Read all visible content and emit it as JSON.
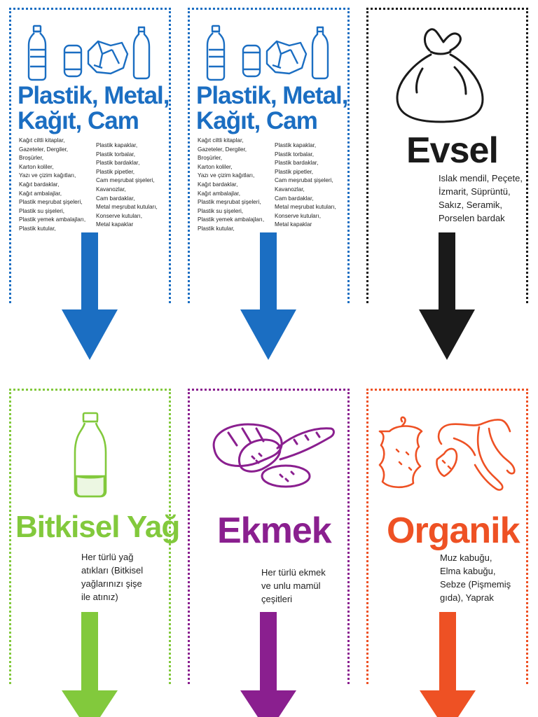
{
  "colors": {
    "recycle_blue": "#1b6ec2",
    "general_black": "#1a1a1a",
    "oil_green": "#82c93c",
    "bread_purple": "#8a1f8f",
    "organic_orange": "#ee5124"
  },
  "bins": [
    {
      "title_line1": "Plastik, Metal,",
      "title_line2": "Kağıt, Cam",
      "icon": "recyclables-icon",
      "items_col1": [
        "Kağıt ciltli kitaplar,",
        "Gazeteler, Dergiler,",
        "Broşürler,",
        "Karton koliler,",
        "Yazı ve çizim kağıtları,",
        "Kağıt bardaklar,",
        "Kağıt ambalajlar,",
        "Plastik meşrubat şişeleri,",
        "Plastik su şişeleri,",
        "Plastik yemek ambalajları,",
        "Plastik kutular,"
      ],
      "items_col2": [
        "Plastik kapaklar,",
        "Plastik torbalar,",
        "Plastik bardaklar,",
        "Plastik pipetler,",
        "Cam meşrubat şişeleri,",
        "Kavanozlar,",
        "Cam bardaklar,",
        "Metal meşrubat kutuları,",
        "Konserve kutuları,",
        "Metal kapaklar"
      ]
    },
    {
      "title_line1": "Plastik, Metal,",
      "title_line2": "Kağıt, Cam",
      "icon": "recyclables-icon",
      "items_col1": [
        "Kağıt ciltli kitaplar,",
        "Gazeteler, Dergiler,",
        "Broşürler,",
        "Karton koliler,",
        "Yazı ve çizim kağıtları,",
        "Kağıt bardaklar,",
        "Kağıt ambalajlar,",
        "Plastik meşrubat şişeleri,",
        "Plastik su şişeleri,",
        "Plastik yemek ambalajları,",
        "Plastik kutular,"
      ],
      "items_col2": [
        "Plastik kapaklar,",
        "Plastik torbalar,",
        "Plastik bardaklar,",
        "Plastik pipetler,",
        "Cam meşrubat şişeleri,",
        "Kavanozlar,",
        "Cam bardaklar,",
        "Metal meşrubat kutuları,",
        "Konserve kutuları,",
        "Metal kapaklar"
      ]
    },
    {
      "title": "Evsel",
      "icon": "trash-bag-icon",
      "description": [
        "Islak mendil, Peçete,",
        "İzmarit, Süprüntü,",
        "Sakız, Seramik,",
        "Porselen bardak"
      ]
    },
    {
      "title": "Bitkisel Yağ",
      "icon": "oil-bottle-icon",
      "description": [
        "Her türlü yağ",
        "atıkları (Bitkisel",
        "yağlarınızı şişe",
        "ile atınız)"
      ]
    },
    {
      "title": "Ekmek",
      "icon": "bread-icon",
      "description": [
        "Her türlü ekmek",
        "ve unlu mamül",
        "çeşitleri"
      ]
    },
    {
      "title": "Organik",
      "icon": "food-waste-icon",
      "description": [
        "Muz kabuğu,",
        "Elma kabuğu,",
        "Sebze (Pişmemiş",
        "gıda), Yaprak"
      ]
    }
  ]
}
